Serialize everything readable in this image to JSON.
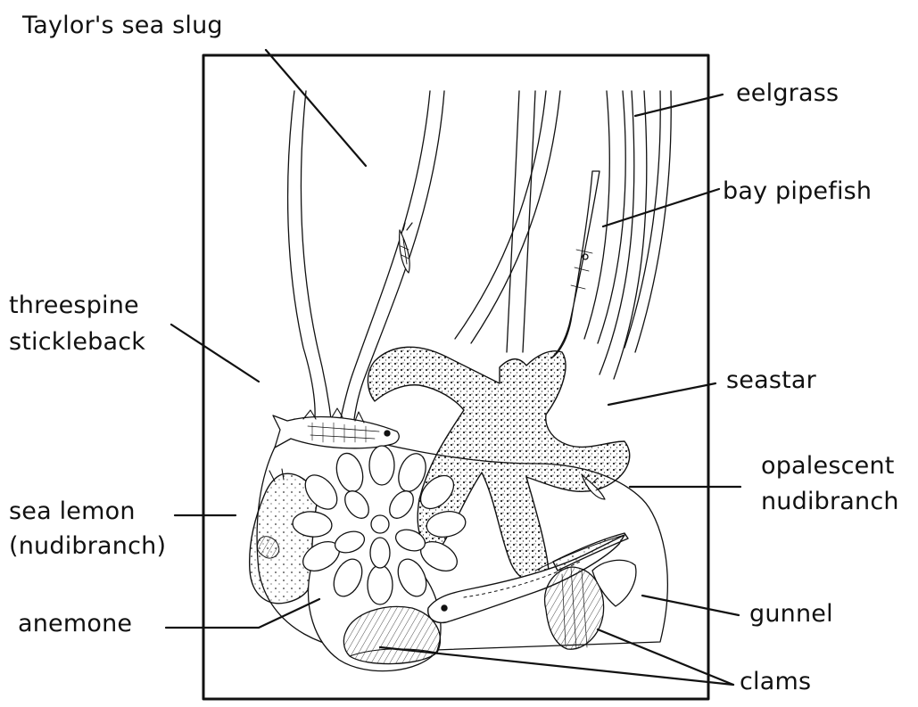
{
  "labels": {
    "taylors_sea_slug": "Taylor's sea slug",
    "eelgrass": "eelgrass",
    "bay_pipefish": "bay pipefish",
    "threespine_stickleback_line1": "threespine",
    "threespine_stickleback_line2": "stickleback",
    "seastar": "seastar",
    "opalescent_nudibranch_line1": "opalescent",
    "opalescent_nudibranch_line2": "nudibranch",
    "sea_lemon_line1": "sea lemon",
    "sea_lemon_line2": "(nudibranch)",
    "gunnel": "gunnel",
    "anemone": "anemone",
    "clams": "clams"
  }
}
